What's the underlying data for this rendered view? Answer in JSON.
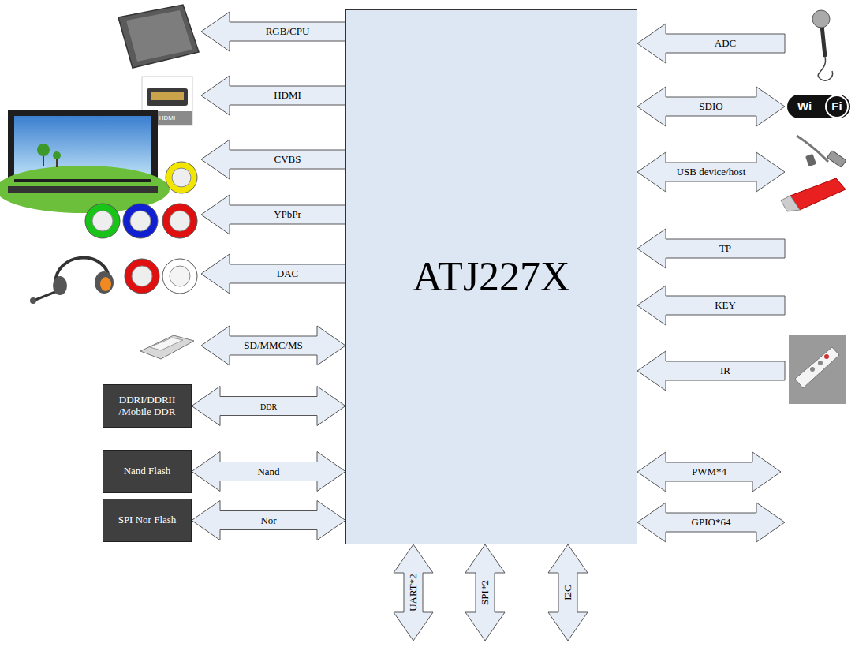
{
  "diagram": {
    "nodes": [
      {
        "text": [
          "ATJ227X"
        ]
      },
      {
        "text": [
          "DDRI/DDRII /Mobile DDR"
        ]
      },
      {
        "text": [
          "Nand Flash"
        ]
      },
      {
        "text": [
          "SPI Nor Flash"
        ]
      }
    ],
    "edges": [
      {
        "from": 1,
        "to": 0,
        "label": "DDR",
        "arrow": "both"
      },
      {
        "from": 2,
        "to": 0,
        "label": "Nand",
        "arrow": "both"
      },
      {
        "from": 3,
        "to": 0,
        "label": "Nor",
        "arrow": "both"
      }
    ],
    "labels": [
      "RGB/CPU",
      "HDMI",
      "HDMI",
      "CVBS",
      "YPbPr",
      "DAC",
      "SD/MMC/MS",
      "ADC",
      "SDIO",
      "Wi",
      "Fi",
      "USB device/host",
      "TP",
      "KEY",
      "IR",
      "PWM*4",
      "GPIO*64",
      "UART*2",
      "SPI*2",
      "I2C"
    ]
  }
}
